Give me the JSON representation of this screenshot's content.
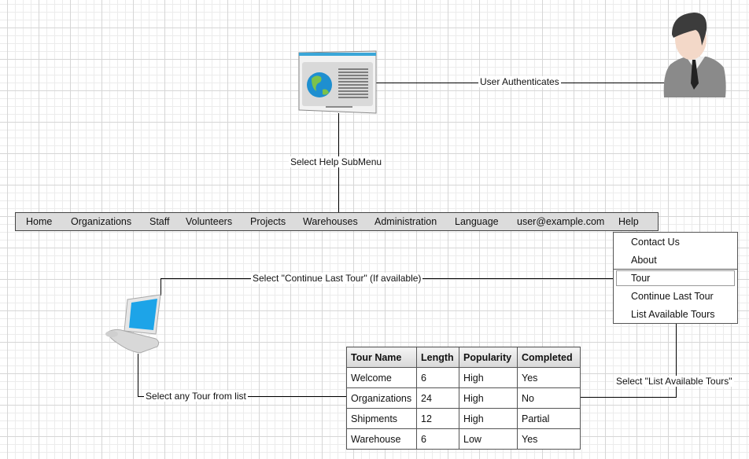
{
  "connectors": {
    "user_authenticates": "User Authenticates",
    "select_help_submenu": "Select Help SubMenu",
    "continue_last_tour": "Select \"Continue Last Tour\" (If available)",
    "list_available_tours": "Select \"List Available Tours\"",
    "select_any_tour": "Select any Tour from list"
  },
  "menubar": {
    "items": [
      "Home",
      "Organizations",
      "Staff",
      "Volunteers",
      "Projects",
      "Warehouses",
      "Administration",
      "Language",
      "user@example.com",
      "Help"
    ]
  },
  "help_dropdown": {
    "items": [
      "Contact Us",
      "About",
      "Tour",
      "Continue Last Tour",
      "List Available Tours"
    ],
    "selected": "Tour"
  },
  "tour_table": {
    "headers": [
      "Tour Name",
      "Length",
      "Popularity",
      "Completed"
    ],
    "rows": [
      [
        "Welcome",
        "6",
        "High",
        "Yes"
      ],
      [
        "Organizations",
        "24",
        "High",
        "No"
      ],
      [
        "Shipments",
        "12",
        "High",
        "Partial"
      ],
      [
        "Warehouse",
        "6",
        "Low",
        "Yes"
      ]
    ]
  }
}
